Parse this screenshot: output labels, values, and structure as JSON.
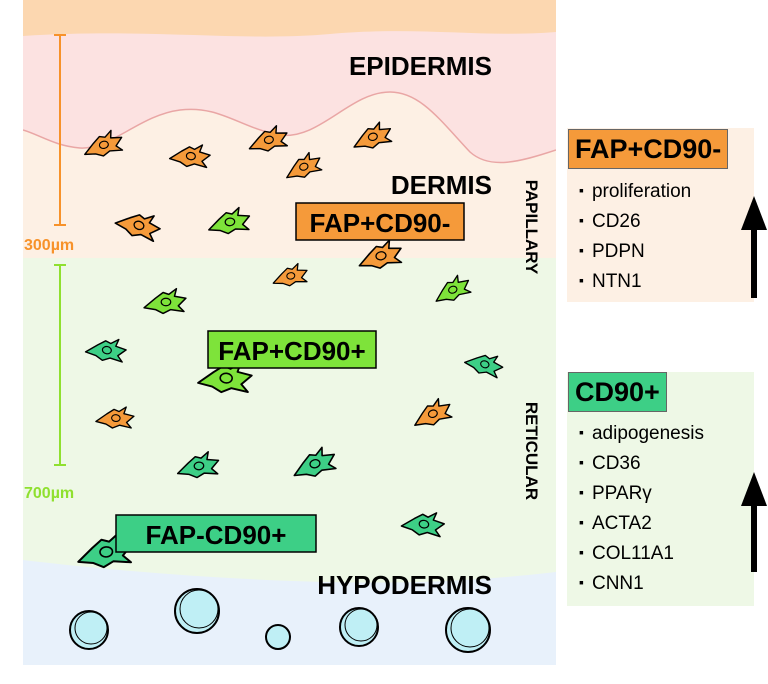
{
  "colors": {
    "epidermis": "#fce2e1",
    "epidermis_top": "#fcd7b0",
    "papillary": "#fdf0e4",
    "reticular": "#eef8e6",
    "hypodermis": "#e8f1fb",
    "fap_cd90_neg": "#f59a3a",
    "fap_cd90_pos": "#7ee33a",
    "cd90_pos": "#3dcf86",
    "scale_orange": "#f7922a",
    "scale_green": "#8fe02f",
    "fat_cell": "#bfeff5"
  },
  "layers": {
    "epidermis": "EPIDERMIS",
    "dermis": "DERMIS",
    "hypodermis": "HYPODERMIS",
    "papillary": "PAPILLARY",
    "reticular": "RETICULAR"
  },
  "scale": {
    "papillary_depth": "300µm",
    "reticular_depth": "700µm"
  },
  "cell_labels": {
    "fap_cd90_neg": "FAP+CD90-",
    "fap_cd90_pos": "FAP+CD90+",
    "fap_neg_cd90_pos": "FAP-CD90+"
  },
  "panels": {
    "top": {
      "title": "FAP+CD90-",
      "items": [
        "proliferation",
        "CD26",
        "PDPN",
        "NTN1"
      ]
    },
    "bottom": {
      "title": "CD90+",
      "items": [
        "adipogenesis",
        "CD36",
        "PPARγ",
        "ACTA2",
        "COL11A1",
        "CNN1"
      ]
    }
  }
}
